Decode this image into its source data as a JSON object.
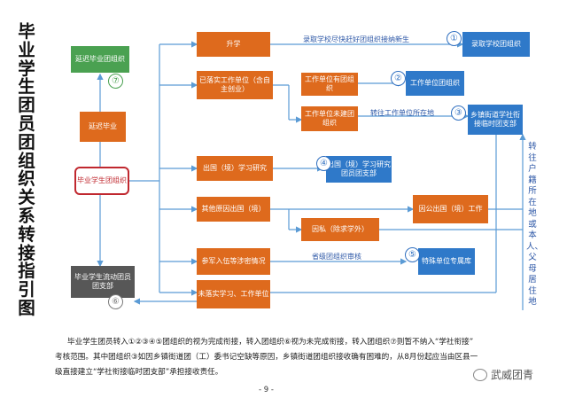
{
  "title_chars": [
    "毕",
    "业",
    "学",
    "生",
    "团",
    "员",
    "团",
    "组",
    "织",
    "关",
    "系",
    "转",
    "接",
    "指",
    "引",
    "图"
  ],
  "boxes": {
    "graduate_member": "毕业学生团组织",
    "delay_graduation": "延迟毕业",
    "delay_grad_org": "延迟毕业团组织",
    "floating_org": "毕业学生流动团员团支部",
    "promote": "升学",
    "employed": "已落实工作单位（含自主创业）",
    "employer_with_org": "工作单位有团组织",
    "employer_without_org": "工作单位未建团组织",
    "study_abroad": "出国（境）学习研究",
    "other_abroad": "其他原因出国（境）",
    "public_abroad": "因公出国（境）工作",
    "private_abroad": "因私（除求学外）",
    "enlist": "参军入伍等涉密情况",
    "not_placed": "未落实学习、工作单位",
    "dest_school": "录取学校团组织",
    "dest_employer": "工作单位团组织",
    "dest_street": "乡镇街道学社衔接临时团支部",
    "dest_abroad": "出国（境）学习研究团员团支部",
    "dest_special": "特殊单位专属库"
  },
  "edge_labels": {
    "admit": "录取学校尽快赶好团组织接纳新生",
    "transfer_local": "转往工作单位所在地",
    "provincial": "省级团组织审核",
    "vertical": "转往户籍所在地或本人、父母居住地"
  },
  "numbers": {
    "n1": "①",
    "n2": "②",
    "n3": "③",
    "n4": "④",
    "n5": "⑤",
    "n6": "⑥",
    "n7": "⑦"
  },
  "note": {
    "line1": "毕业学生团员转入①②③④⑤团组织的视为完成衔接，转入团组织⑥视为未完成衔接，转入团组织⑦则暂不纳入“学社衔接”",
    "line2": "考核范围。其中团组织③如因乡镇街道团（工）委书记空缺等原因，乡镇街道团组织接收确有困难的，从8月份起应当由区县一",
    "line3": "级直接建立“学社衔接临时团支部”承担接收责任。"
  },
  "page_number": "- 9 -",
  "watermark": "武威团青",
  "colors": {
    "orange": "#de6a1d",
    "blue": "#2f79c9",
    "green": "#4aa151",
    "gray": "#575757",
    "red": "#c0282f",
    "line_blue": "#5b9bd5"
  }
}
